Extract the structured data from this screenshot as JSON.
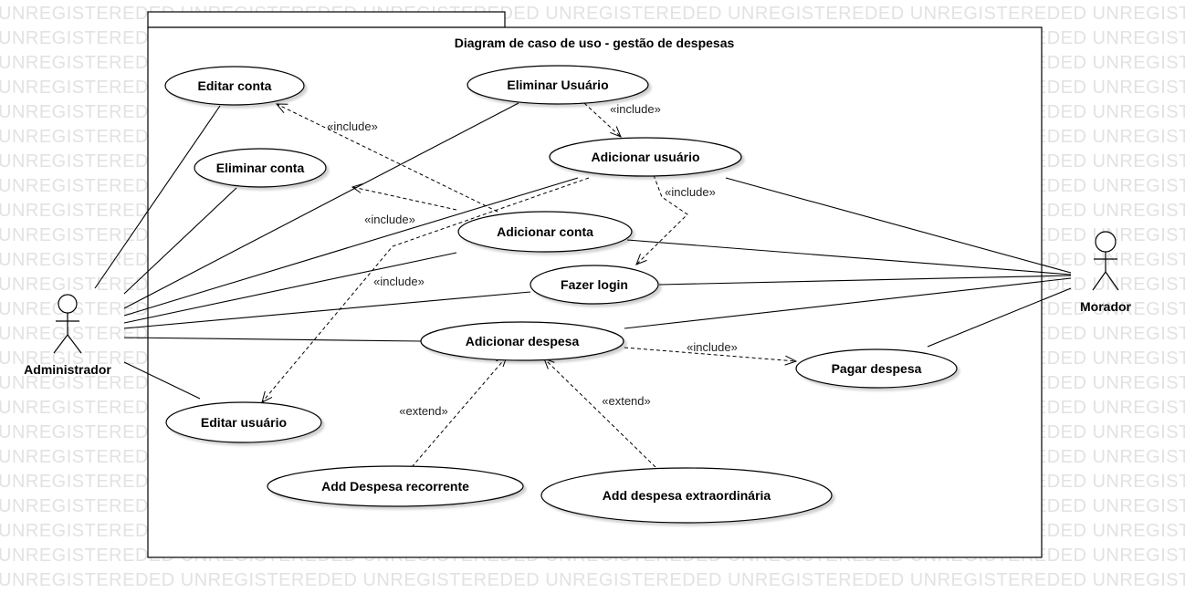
{
  "watermark": "UNREGISTERED",
  "diagram": {
    "title": "Diagram de caso de uso - gestão de despesas",
    "actors": {
      "admin": "Administrador",
      "morador": "Morador"
    },
    "use_cases": {
      "editar_conta": "Editar conta",
      "eliminar_usuario": "Eliminar Usuário",
      "eliminar_conta": "Eliminar conta",
      "adicionar_usuario": "Adicionar usuário",
      "adicionar_conta": "Adicionar conta",
      "fazer_login": "Fazer login",
      "adicionar_despesa": "Adicionar despesa",
      "pagar_despesa": "Pagar despesa",
      "editar_usuario": "Editar usuário",
      "add_despesa_recorrente": "Add Despesa recorrente",
      "add_despesa_extraordinaria": "Add despesa extraordinária"
    },
    "relations": {
      "include": "«include»",
      "extend": "«extend»"
    }
  }
}
